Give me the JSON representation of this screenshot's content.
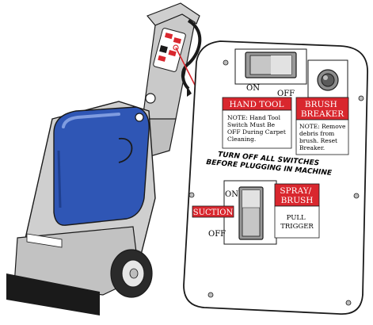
{
  "colors": {
    "accent_red": "#d9272e",
    "machine_blue": "#2f56b5",
    "machine_gray": "#c8c8c8",
    "outline": "#1a1a1a"
  },
  "panel": {
    "hand_tool": {
      "on_label": "ON",
      "off_label": "OFF",
      "title": "HAND TOOL",
      "note_lines": [
        "NOTE: Hand Tool",
        "Switch Must Be",
        "OFF During Carpet",
        "Cleaning."
      ]
    },
    "brush_breaker": {
      "title_lines": [
        "BRUSH",
        "BREAKER"
      ],
      "note_lines": [
        "NOTE: Remove",
        "debris from",
        "brush. Reset",
        "Breaker."
      ]
    },
    "warning_lines": [
      "TURN OFF ALL SWITCHES",
      "BEFORE PLUGGING IN MACHINE"
    ],
    "suction": {
      "on_label": "ON",
      "off_label": "OFF",
      "title": "SUCTION"
    },
    "spray_brush": {
      "title_lines": [
        "SPRAY/",
        "BRUSH"
      ],
      "note_lines": [
        "PULL",
        "TRIGGER"
      ]
    }
  }
}
